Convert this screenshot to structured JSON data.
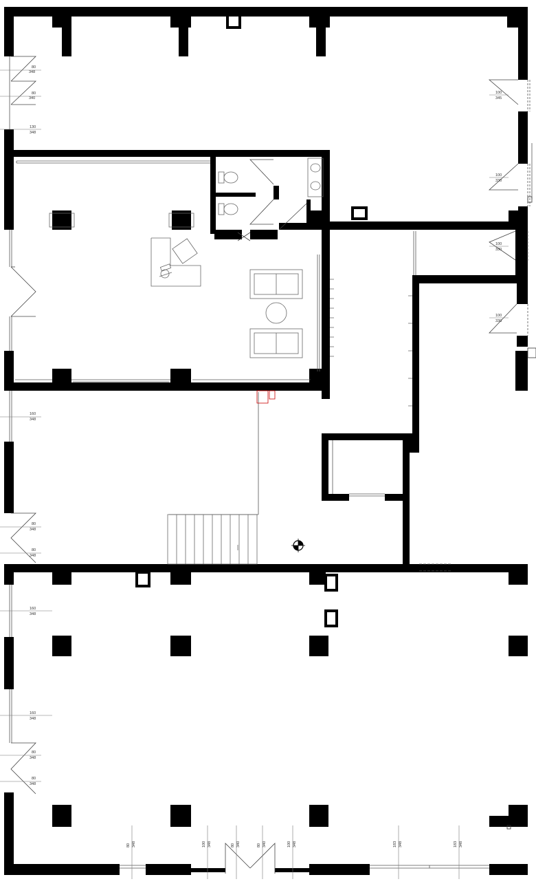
{
  "colors": {
    "wall": "#000000",
    "line": "#555555",
    "dim_line": "#777777",
    "furniture": "#666666",
    "marker": "#cc0000",
    "background": "#ffffff"
  },
  "window_labels": {
    "w_left_80_a": [
      "80",
      "348"
    ],
    "w_left_80_b": [
      "80",
      "340"
    ],
    "w_left_130": [
      "130",
      "348"
    ],
    "w_right_100_a": [
      "100",
      "345"
    ],
    "w_right_100_b": [
      "100",
      "330"
    ],
    "w_right_100_c": [
      "100",
      "330"
    ],
    "w_right_100_d": [
      "100",
      "330"
    ],
    "w_left_160_a": [
      "160",
      "348"
    ],
    "w_left_80_c": [
      "80",
      "348"
    ],
    "w_left_80_d": [
      "80",
      "348"
    ],
    "w_left_160_b": [
      "160",
      "348"
    ],
    "w_left_160_c": [
      "160",
      "348"
    ],
    "w_left_80_e": [
      "80",
      "348"
    ],
    "w_left_80_f": [
      "80",
      "348"
    ],
    "w_bottom_80_a": [
      "80",
      "348"
    ],
    "w_bottom_100_a": [
      "100",
      "348"
    ],
    "w_bottom_80_b": [
      "80",
      "340"
    ],
    "w_bottom_80_c": [
      "80",
      "340"
    ],
    "w_bottom_100_b": [
      "100",
      "348"
    ],
    "w_bottom_183_a": [
      "183",
      "348"
    ],
    "w_bottom_183_b": [
      "183",
      "348"
    ]
  },
  "icons": {
    "compass": "survey-point-icon",
    "desk_chair": "office-chair-icon",
    "toilet": "toilet-icon",
    "sink": "sink-icon",
    "sofa": "sofa-icon",
    "table": "round-table-icon",
    "stair": "staircase-icon"
  }
}
